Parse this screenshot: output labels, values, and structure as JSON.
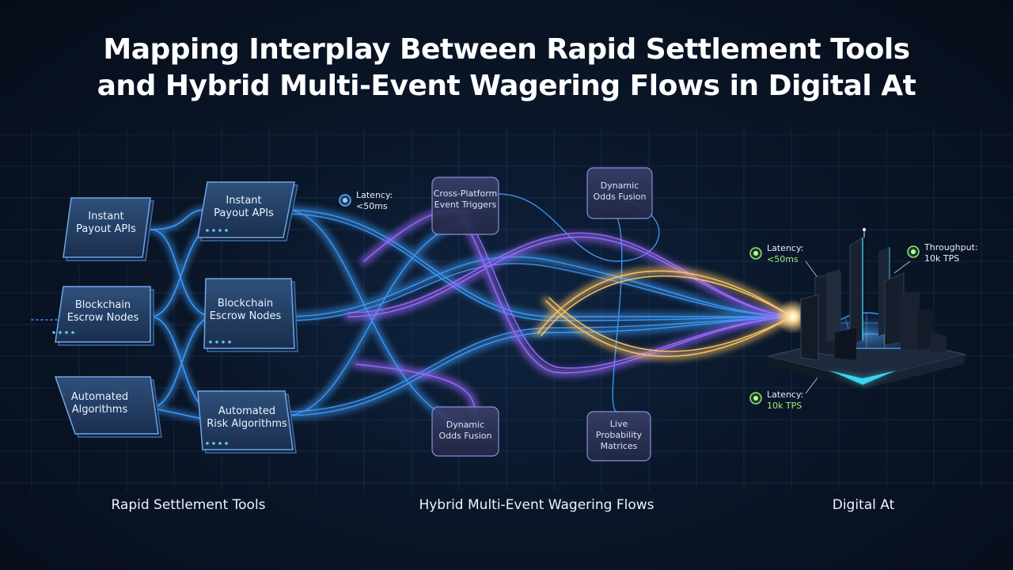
{
  "title": {
    "line1": "Mapping Interplay Between Rapid Settlement Tools",
    "line2": "and Hybrid Multi-Event Wagering Flows in Digital At"
  },
  "settlement_nodes": {
    "left": [
      {
        "line1": "Instant",
        "line2": "Payout APIs"
      },
      {
        "line1": "Blockchain",
        "line2": "Escrow Nodes"
      },
      {
        "line1": "Automated",
        "line2": "Algorithms"
      }
    ],
    "right": [
      {
        "line1": "Instant",
        "line2": "Payout APIs"
      },
      {
        "line1": "Blockchain",
        "line2": "Escrow Nodes"
      },
      {
        "line1": "Automated",
        "line2": "Risk Algorithms"
      }
    ]
  },
  "wagering_nodes": [
    {
      "line1": "Cross-Platform",
      "line2": "Event Triggers",
      "line3": ""
    },
    {
      "line1": "Dynamic",
      "line2": "Odds Fusion",
      "line3": ""
    },
    {
      "line1": "Dynamic",
      "line2": "Odds Fusion",
      "line3": ""
    },
    {
      "line1": "Live",
      "line2": "Probability",
      "line3": "Matrices"
    }
  ],
  "metrics": {
    "mid_latency": {
      "label": "Latency:",
      "value": "<50ms"
    },
    "top_latency": {
      "label": "Latency:",
      "value": "<50ms"
    },
    "throughput": {
      "label": "Throughput:",
      "value": "10k TPS"
    },
    "bottom_latency": {
      "label": "Latency:",
      "value": "10k TPS"
    }
  },
  "sections": {
    "left": "Rapid Settlement Tools",
    "middle": "Hybrid Multi-Event Wagering Flows",
    "right": "Digital At"
  },
  "colors": {
    "blue_flow": "#3fa0ff",
    "purple_flow": "#9b6bff",
    "gold_flow": "#ffc766",
    "metric_green": "#9ff07a",
    "cyan_glow": "#3ee0ff"
  }
}
